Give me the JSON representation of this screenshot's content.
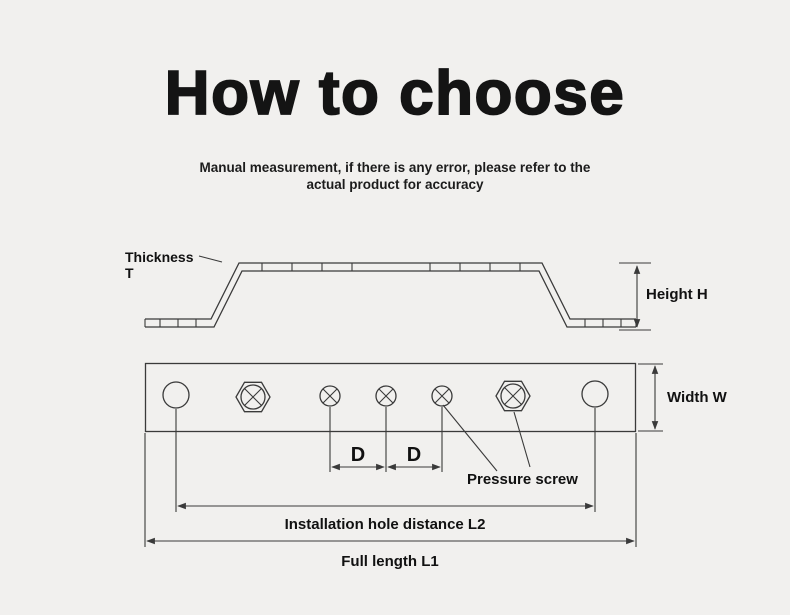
{
  "header": {
    "title": "How to choose",
    "subtitle_line1": "Manual measurement, if there is any error, please refer to the",
    "subtitle_line2": "actual product for accuracy"
  },
  "diagram": {
    "side_view": {
      "thickness_label_line1": "Thickness",
      "thickness_label_line2": "T",
      "height_label": "Height H"
    },
    "top_view": {
      "width_label": "Width W",
      "d_label_1": "D",
      "d_label_2": "D",
      "pressure_screw_label": "Pressure screw",
      "hole_distance_label": "Installation hole distance L2",
      "full_length_label": "Full length L1"
    }
  },
  "colors": {
    "background": "#f1f0ee",
    "line": "#3a3a3a",
    "text": "#111111"
  }
}
